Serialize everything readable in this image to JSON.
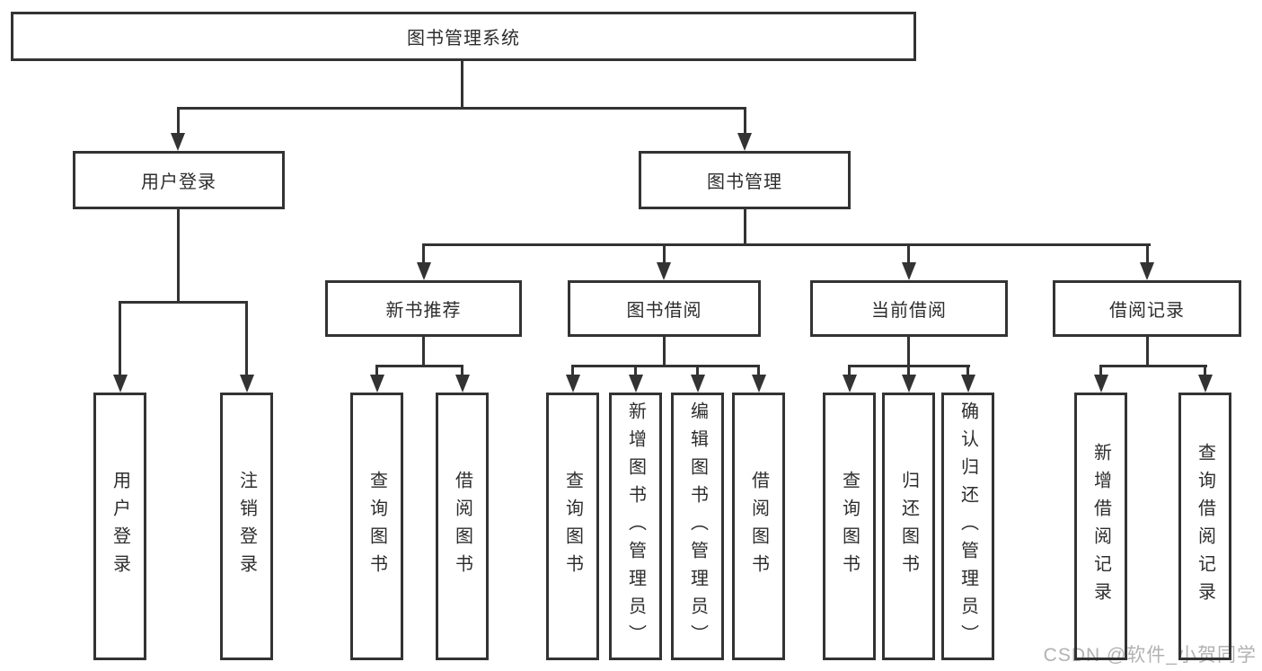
{
  "diagram_type": "tree",
  "colors": {
    "background": "#ffffff",
    "line": "#333333",
    "box_border": "#333333",
    "text": "#2d2d2d",
    "watermark": "#b2b2b2"
  },
  "watermark": {
    "text": "CSDN @软件_小贺同学"
  },
  "tree": {
    "label": "图书管理系统",
    "children": [
      {
        "label": "用户登录",
        "children": [
          {
            "label": "用户登录"
          },
          {
            "label": "注销登录"
          }
        ]
      },
      {
        "label": "图书管理",
        "children": [
          {
            "label": "新书推荐",
            "children": [
              {
                "label": "查询图书"
              },
              {
                "label": "借阅图书"
              }
            ]
          },
          {
            "label": "图书借阅",
            "children": [
              {
                "label": "查询图书"
              },
              {
                "label": "新增图书（管理员）"
              },
              {
                "label": "编辑图书（管理员）"
              },
              {
                "label": "借阅图书"
              }
            ]
          },
          {
            "label": "当前借阅",
            "children": [
              {
                "label": "查询图书"
              },
              {
                "label": "归还图书"
              },
              {
                "label": "确认归还（管理员）"
              }
            ]
          },
          {
            "label": "借阅记录",
            "children": [
              {
                "label": "新增借阅记录"
              },
              {
                "label": "查询借阅记录"
              }
            ]
          }
        ]
      }
    ]
  }
}
